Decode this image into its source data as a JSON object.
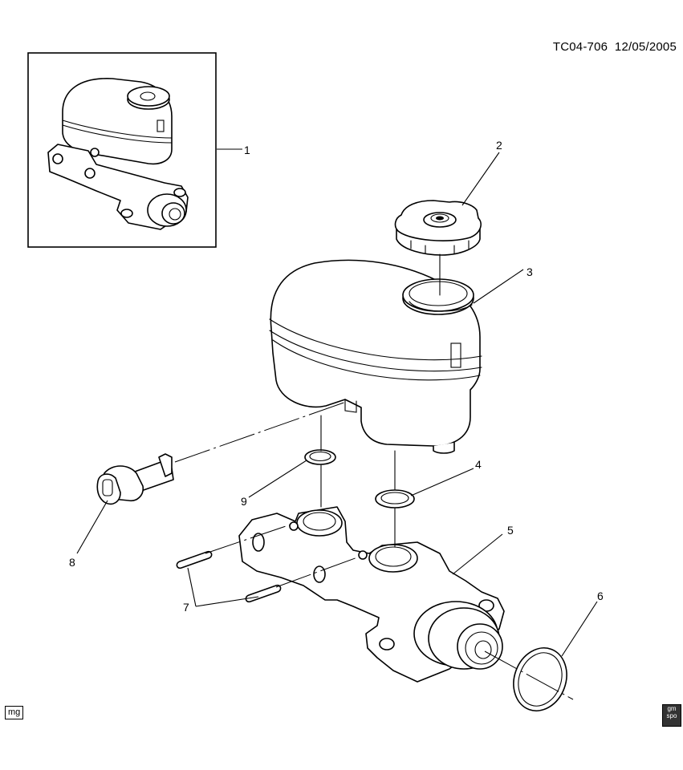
{
  "header": {
    "code": "TC04-706",
    "date": "12/05/2005"
  },
  "callouts": [
    "1",
    "2",
    "3",
    "4",
    "5",
    "6",
    "7",
    "8",
    "9"
  ],
  "footer": {
    "tag": "mg",
    "logo_top": "gm",
    "logo_bottom": "spo"
  }
}
